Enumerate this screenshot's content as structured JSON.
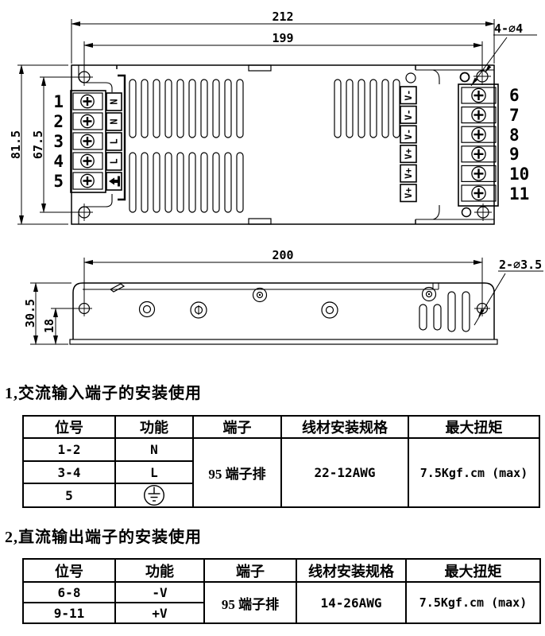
{
  "drawing": {
    "top_view": {
      "dim_width_outer": "212",
      "dim_width_holes": "199",
      "dim_height_outer": "81.5",
      "dim_height_holes": "67.5",
      "hole_note": "4-∅4",
      "left_terminal_numbers": [
        "1",
        "2",
        "3",
        "4",
        "5"
      ],
      "right_terminal_numbers": [
        "6",
        "7",
        "8",
        "9",
        "10",
        "11"
      ],
      "input_labels": [
        "N",
        "N",
        "L",
        "L"
      ],
      "output_labels": [
        "V-",
        "V-",
        "V-",
        "V+",
        "V+",
        "V+"
      ]
    },
    "side_view": {
      "dim_length_holes": "200",
      "dim_height_outer": "30.5",
      "dim_height_hole": "18",
      "hole_note": "2-∅3.5"
    }
  },
  "sections": [
    {
      "title": "1,交流输入端子的安装使用",
      "table": {
        "headers": [
          "位号",
          "功能",
          "端子",
          "线材安装规格",
          "最大扭矩"
        ],
        "rows": [
          {
            "pos": "1-2",
            "func": "N"
          },
          {
            "pos": "3-4",
            "func": "L"
          },
          {
            "pos": "5",
            "func": "PE"
          }
        ],
        "terminal": "95 端子排",
        "wire_spec": "22-12AWG",
        "max_torque": "7.5Kgf.cm (max)"
      }
    },
    {
      "title": "2,直流输出端子的安装使用",
      "table": {
        "headers": [
          "位号",
          "功能",
          "端子",
          "线材安装规格",
          "最大扭矩"
        ],
        "rows": [
          {
            "pos": "6-8",
            "func": "-V"
          },
          {
            "pos": "9-11",
            "func": "+V"
          }
        ],
        "terminal": "95 端子排",
        "wire_spec": "14-26AWG",
        "max_torque": "7.5Kgf.cm (max)"
      }
    }
  ]
}
